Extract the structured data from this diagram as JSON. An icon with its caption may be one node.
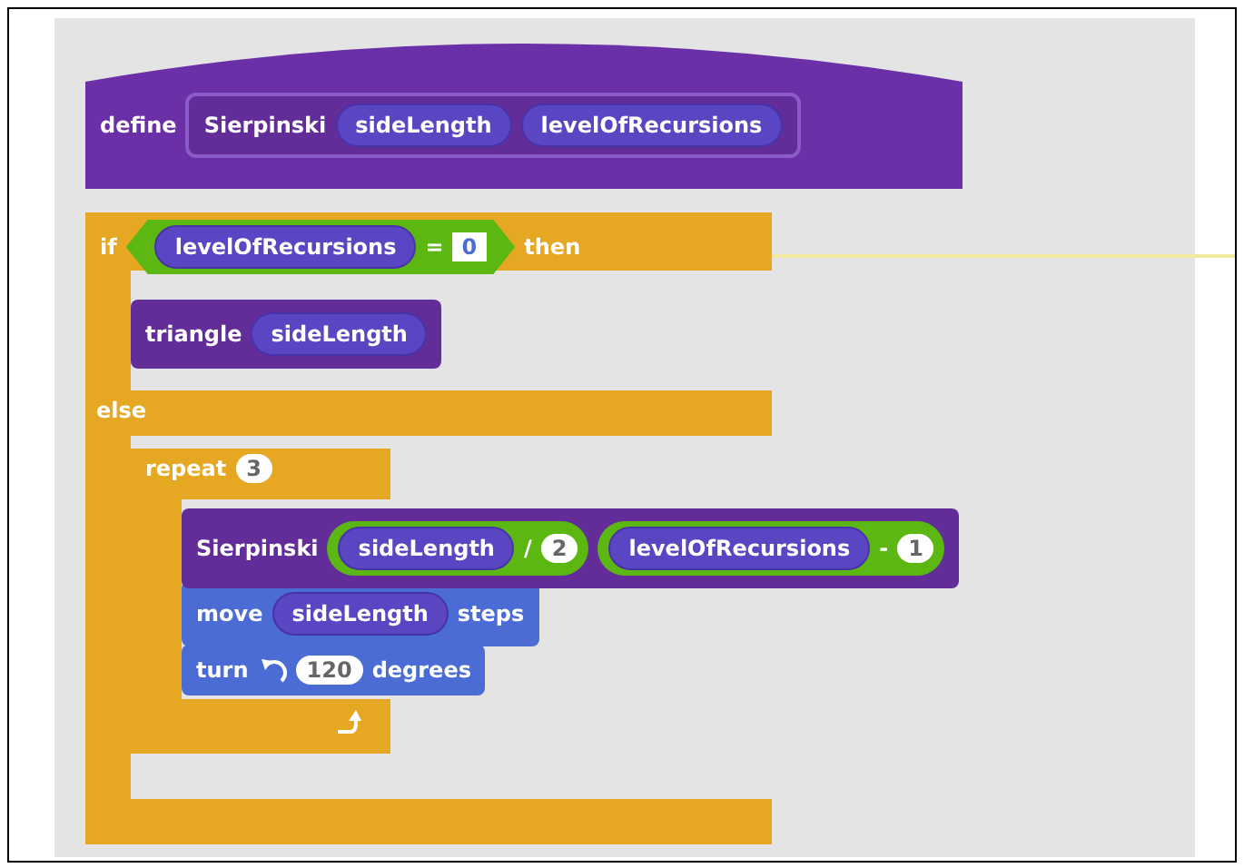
{
  "diagram": {
    "nodes": [
      {
        "text": [
          "define"
        ]
      },
      {
        "text": [
          "Sierpinski"
        ],
        "in": 0
      },
      {
        "text": [
          "sideLength"
        ],
        "in": 1
      },
      {
        "text": [
          "levelOfRecursions"
        ],
        "in": 1
      },
      {
        "text": [
          "if",
          "then",
          "else"
        ]
      },
      {
        "text": [
          "="
        ],
        "in": 4
      },
      {
        "text": [
          "levelOfRecursions"
        ],
        "in": 5
      },
      {
        "text": [
          "0"
        ],
        "in": 5
      },
      {
        "text": [
          "triangle"
        ],
        "in": 4
      },
      {
        "text": [
          "sideLength"
        ],
        "in": 8
      },
      {
        "text": [
          "repeat"
        ],
        "in": 4
      },
      {
        "text": [
          "3"
        ],
        "in": 10
      },
      {
        "text": [
          "Sierpinski"
        ]
      },
      {
        "text": [
          "/"
        ],
        "in": 12
      },
      {
        "text": [
          "sideLength"
        ],
        "in": 13
      },
      {
        "text": [
          "2"
        ],
        "in": 13
      },
      {
        "text": [
          "-"
        ],
        "in": 12
      },
      {
        "text": [
          "levelOfRecursions"
        ],
        "in": 16
      },
      {
        "text": [
          "1"
        ],
        "in": 16
      },
      {
        "text": [
          "move",
          "steps"
        ],
        "in": 4
      },
      {
        "text": [
          "sideLength"
        ],
        "in": 19
      },
      {
        "text": [
          "turn",
          "degrees"
        ],
        "in": 4
      },
      {
        "text": [
          "120"
        ],
        "in": 21
      }
    ]
  }
}
